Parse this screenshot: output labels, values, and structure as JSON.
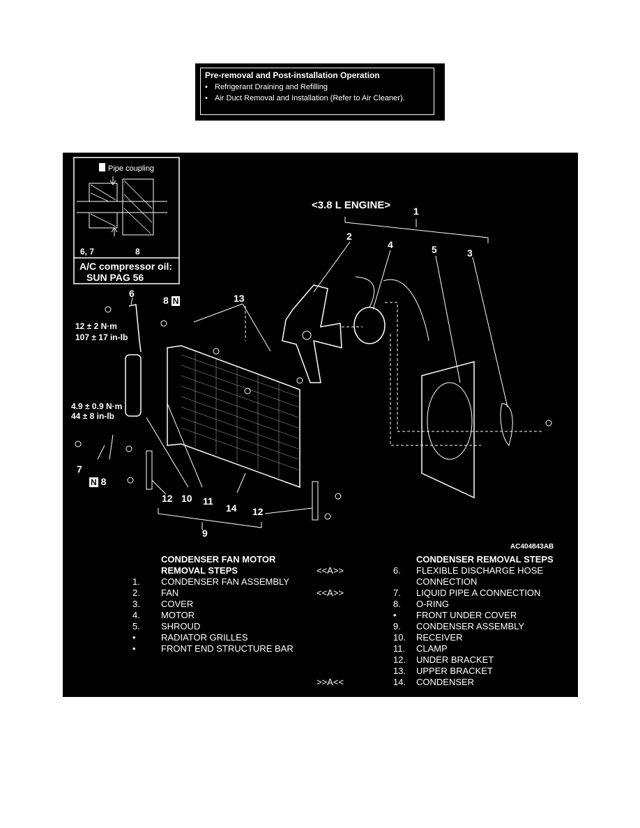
{
  "info_box": {
    "title": "Pre-removal and Post-installation Operation",
    "items": [
      "Refrigerant Draining and Refilling",
      "Air Duct Removal and Installation (Refer to Air Cleaner)."
    ]
  },
  "diagram": {
    "inset": {
      "pipe_coupling": "Pipe coupling",
      "label_67": "6, 7",
      "label_8": "8",
      "oil_line1": "A/C compressor oil:",
      "oil_line2": "SUN PAG 56"
    },
    "engine": "<3.8 L ENGINE>",
    "torque1_line1": "12 ± 2 N·m",
    "torque1_line2": "107 ± 17 in-lb",
    "torque2_line1": "4.9 ± 0.9 N·m",
    "torque2_line2": "44 ± 8 in-lb",
    "n_badge": "N",
    "code": "AC404843AB",
    "callouts": [
      "1",
      "2",
      "3",
      "4",
      "5",
      "6",
      "7",
      "8",
      "9",
      "10",
      "11",
      "12",
      "13",
      "14"
    ]
  },
  "fan_steps": {
    "heading1": "CONDENSER FAN MOTOR",
    "heading2": "REMOVAL STEPS",
    "items": [
      {
        "num": "1.",
        "text": "CONDENSER FAN ASSEMBLY"
      },
      {
        "num": "2.",
        "text": "FAN"
      },
      {
        "num": "3.",
        "text": "COVER"
      },
      {
        "num": "4.",
        "text": "MOTOR"
      },
      {
        "num": "5.",
        "text": "SHROUD"
      },
      {
        "num": "•",
        "text": "RADIATOR GRILLES"
      },
      {
        "num": "•",
        "text": "FRONT END STRUCTURE BAR"
      }
    ]
  },
  "condenser_steps": {
    "heading": "CONDENSER REMOVAL STEPS",
    "items": [
      {
        "mark": "<<A>>",
        "num": "6.",
        "text": "FLEXIBLE DISCHARGE HOSE"
      },
      {
        "mark": "",
        "num": "",
        "text": "CONNECTION"
      },
      {
        "mark": "<<A>>",
        "num": "7.",
        "text": "LIQUID PIPE A CONNECTION"
      },
      {
        "mark": "",
        "num": "8.",
        "text": "O-RING"
      },
      {
        "mark": "",
        "num": "•",
        "text": "FRONT UNDER COVER"
      },
      {
        "mark": "",
        "num": "9.",
        "text": "CONDENSER ASSEMBLY"
      },
      {
        "mark": "",
        "num": "10.",
        "text": "RECEIVER"
      },
      {
        "mark": "",
        "num": "11.",
        "text": "CLAMP"
      },
      {
        "mark": "",
        "num": "12.",
        "text": "UNDER BRACKET"
      },
      {
        "mark": "",
        "num": "13.",
        "text": "UPPER BRACKET"
      },
      {
        "mark": ">>A<<",
        "num": "14.",
        "text": "CONDENSER"
      }
    ]
  }
}
